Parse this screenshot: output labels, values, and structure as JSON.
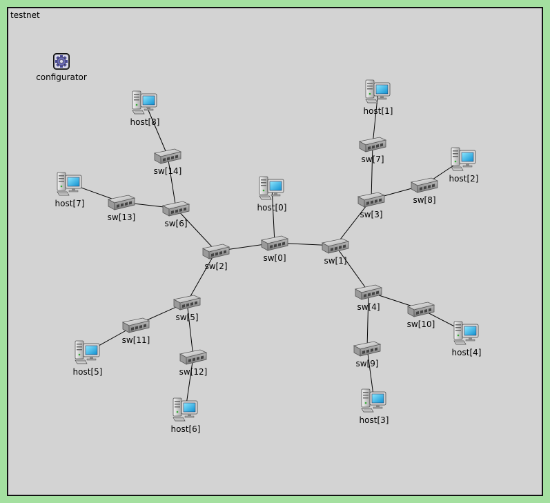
{
  "network": {
    "title": "testnet"
  },
  "nodes": [
    {
      "id": "configurator",
      "kind": "configurator",
      "label": "configurator"
    },
    {
      "id": "host0",
      "kind": "host",
      "label": "host[0]"
    },
    {
      "id": "host1",
      "kind": "host",
      "label": "host[1]"
    },
    {
      "id": "host2",
      "kind": "host",
      "label": "host[2]"
    },
    {
      "id": "host3",
      "kind": "host",
      "label": "host[3]"
    },
    {
      "id": "host4",
      "kind": "host",
      "label": "host[4]"
    },
    {
      "id": "host5",
      "kind": "host",
      "label": "host[5]"
    },
    {
      "id": "host6",
      "kind": "host",
      "label": "host[6]"
    },
    {
      "id": "host7",
      "kind": "host",
      "label": "host[7]"
    },
    {
      "id": "host8",
      "kind": "host",
      "label": "host[8]"
    },
    {
      "id": "sw0",
      "kind": "switch",
      "label": "sw[0]"
    },
    {
      "id": "sw1",
      "kind": "switch",
      "label": "sw[1]"
    },
    {
      "id": "sw2",
      "kind": "switch",
      "label": "sw[2]"
    },
    {
      "id": "sw3",
      "kind": "switch",
      "label": "sw[3]"
    },
    {
      "id": "sw4",
      "kind": "switch",
      "label": "sw[4]"
    },
    {
      "id": "sw5",
      "kind": "switch",
      "label": "sw[5]"
    },
    {
      "id": "sw6",
      "kind": "switch",
      "label": "sw[6]"
    },
    {
      "id": "sw7",
      "kind": "switch",
      "label": "sw[7]"
    },
    {
      "id": "sw8",
      "kind": "switch",
      "label": "sw[8]"
    },
    {
      "id": "sw9",
      "kind": "switch",
      "label": "sw[9]"
    },
    {
      "id": "sw10",
      "kind": "switch",
      "label": "sw[10]"
    },
    {
      "id": "sw11",
      "kind": "switch",
      "label": "sw[11]"
    },
    {
      "id": "sw12",
      "kind": "switch",
      "label": "sw[12]"
    },
    {
      "id": "sw13",
      "kind": "switch",
      "label": "sw[13]"
    },
    {
      "id": "sw14",
      "kind": "switch",
      "label": "sw[14]"
    }
  ],
  "links": [
    [
      "host0",
      "sw0"
    ],
    [
      "sw0",
      "sw1"
    ],
    [
      "sw0",
      "sw2"
    ],
    [
      "sw1",
      "sw3"
    ],
    [
      "sw1",
      "sw4"
    ],
    [
      "sw3",
      "sw7"
    ],
    [
      "sw7",
      "host1"
    ],
    [
      "sw3",
      "sw8"
    ],
    [
      "sw8",
      "host2"
    ],
    [
      "sw4",
      "sw9"
    ],
    [
      "sw9",
      "host3"
    ],
    [
      "sw4",
      "sw10"
    ],
    [
      "sw10",
      "host4"
    ],
    [
      "sw2",
      "sw5"
    ],
    [
      "sw5",
      "sw11"
    ],
    [
      "sw11",
      "host5"
    ],
    [
      "sw5",
      "sw12"
    ],
    [
      "sw12",
      "host6"
    ],
    [
      "sw2",
      "sw6"
    ],
    [
      "sw6",
      "sw13"
    ],
    [
      "sw13",
      "host7"
    ],
    [
      "sw6",
      "sw14"
    ],
    [
      "sw14",
      "host8"
    ]
  ],
  "colors": {
    "background": "#a4e0a0",
    "canvas": "#d3d3d3",
    "border": "#111111",
    "link": "#000000"
  }
}
